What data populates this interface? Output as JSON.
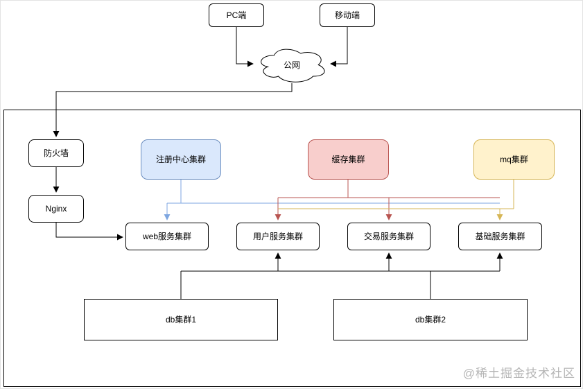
{
  "nodes": {
    "pc": {
      "label": "PC端"
    },
    "mobile": {
      "label": "移动端"
    },
    "cloud": {
      "label": "公网"
    },
    "firewall": {
      "label": "防火墙"
    },
    "nginx": {
      "label": "Nginx"
    },
    "registry": {
      "label": "注册中心集群"
    },
    "cache": {
      "label": "缓存集群"
    },
    "mq": {
      "label": "mq集群"
    },
    "web": {
      "label": "web服务集群"
    },
    "user": {
      "label": "用户服务集群"
    },
    "trade": {
      "label": "交易服务集群"
    },
    "base": {
      "label": "基础服务集群"
    },
    "db1": {
      "label": "db集群1"
    },
    "db2": {
      "label": "db集群2"
    }
  },
  "colors": {
    "registry_fill": "#dae8fc",
    "registry_stroke": "#6c8ebf",
    "registry_line": "#7ea6e0",
    "cache_fill": "#f8cecc",
    "cache_stroke": "#b85450",
    "mq_fill": "#fff2cc",
    "mq_stroke": "#d6b656",
    "edge_default": "#000000",
    "watermark_color": "#b5b5b5"
  },
  "edges": [
    {
      "from": "PC端",
      "to": "公网",
      "color": "#000000"
    },
    {
      "from": "移动端",
      "to": "公网",
      "color": "#000000"
    },
    {
      "from": "公网",
      "to": "防火墙",
      "color": "#000000"
    },
    {
      "from": "防火墙",
      "to": "Nginx",
      "color": "#000000"
    },
    {
      "from": "Nginx",
      "to": "web服务集群",
      "color": "#000000"
    },
    {
      "from": "注册中心集群",
      "to": "web服务集群",
      "color": "#7ea6e0"
    },
    {
      "from": "缓存集群",
      "to": "用户服务集群",
      "color": "#b85450"
    },
    {
      "from": "缓存集群",
      "to": "交易服务集群",
      "color": "#b85450"
    },
    {
      "from": "mq集群",
      "to": "基础服务集群",
      "color": "#d6b656"
    },
    {
      "from": "db集群1",
      "to": "用户服务集群",
      "color": "#000000"
    },
    {
      "from": "db集群1",
      "to": "交易服务集群",
      "color": "#000000"
    },
    {
      "from": "db集群2",
      "to": "交易服务集群",
      "color": "#000000"
    },
    {
      "from": "db集群2",
      "to": "基础服务集群",
      "color": "#000000"
    }
  ],
  "watermark": "@稀土掘金技术社区"
}
